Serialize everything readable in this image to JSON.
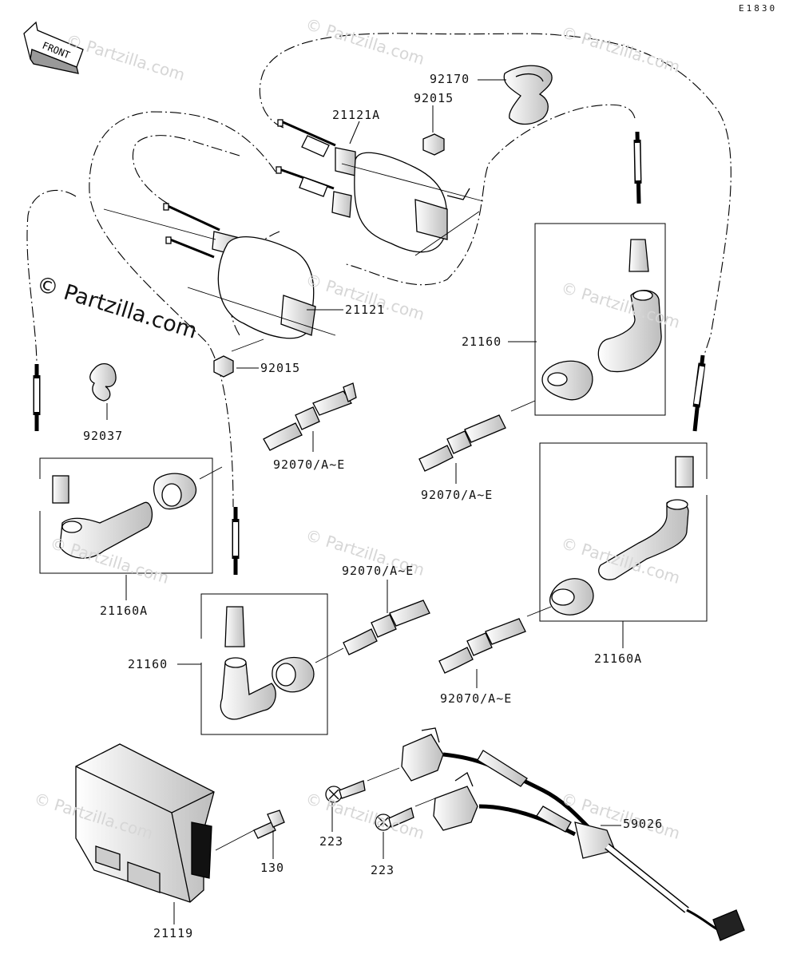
{
  "drawing_code": "E1830",
  "front_label": "FRONT",
  "watermark": "© Partzilla.com",
  "parts": {
    "p92170": "92170",
    "p92015_top": "92015",
    "p21121A": "21121A",
    "p21121": "21121",
    "p92015_mid": "92015",
    "p92037": "92037",
    "p21160_right": "21160",
    "p92070_a": "92070/A~E",
    "p92070_b": "92070/A~E",
    "p21160A_left": "21160A",
    "p92070_c": "92070/A~E",
    "p21160_mid": "21160",
    "p92070_d": "92070/A~E",
    "p21160A_right": "21160A",
    "p59026": "59026",
    "p223_a": "223",
    "p223_b": "223",
    "p130": "130",
    "p21119": "21119"
  }
}
